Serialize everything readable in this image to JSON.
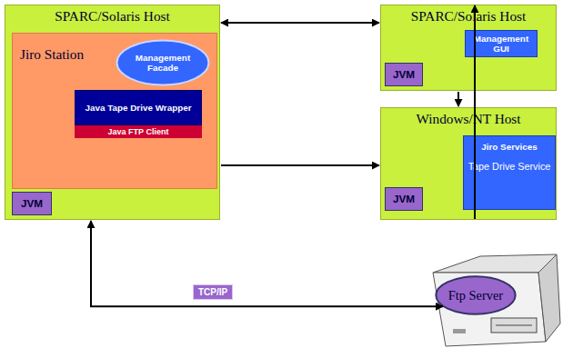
{
  "diagram": {
    "nodes": [
      {
        "text": [
          "SPARC/Solaris Host"
        ]
      },
      {
        "text": [
          "Jiro Station"
        ],
        "in": 0
      },
      {
        "text": [
          "Management Facade"
        ],
        "in": 1
      },
      {
        "text": [
          "Java Tape Drive Wrapper"
        ],
        "in": 1
      },
      {
        "text": [
          "Java FTP Client"
        ],
        "in": 1
      },
      {
        "text": [
          "JVM"
        ],
        "in": 0
      },
      {
        "text": [
          "SPARC/Solaris Host"
        ]
      },
      {
        "text": [
          "Management GUI"
        ],
        "in": 6
      },
      {
        "text": [
          "JVM"
        ],
        "in": 6
      },
      {
        "text": [
          "Windows/NT Host"
        ]
      },
      {
        "text": [
          "Jiro Services",
          "Tape Drive Service"
        ],
        "in": 9
      },
      {
        "text": [
          "JVM"
        ],
        "in": 9
      },
      {
        "text": [
          "Ftp Server"
        ]
      }
    ],
    "edges": [
      {
        "from": 0,
        "to": 6,
        "arrow": "both"
      },
      {
        "from": 0,
        "to": 9,
        "arrow": "to"
      },
      {
        "from": 6,
        "to": 9,
        "arrow": "to"
      },
      {
        "from": 9,
        "to": 6,
        "arrow": "to"
      },
      {
        "from": 0,
        "to": 12,
        "label": "TCP/IP",
        "arrow": "both"
      }
    ]
  }
}
